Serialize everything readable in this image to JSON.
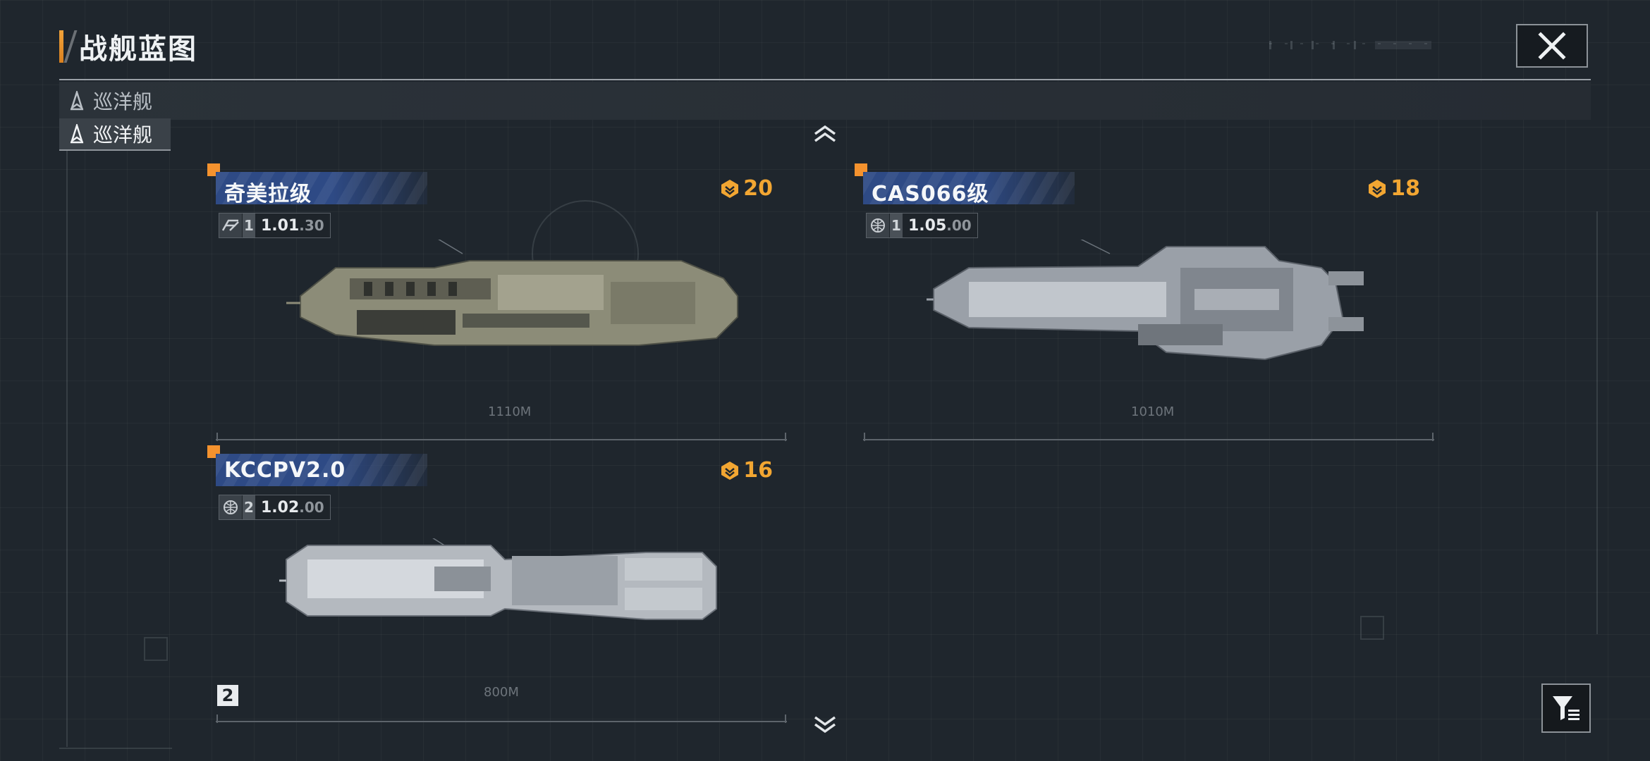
{
  "header": {
    "title": "战舰蓝图"
  },
  "category": {
    "bar_label": "巡洋舰",
    "selected_label": "巡洋舰"
  },
  "ships": [
    {
      "name": "奇美拉级",
      "cost": "20",
      "tier": "1",
      "version": "1.01",
      "version_sub": ".30",
      "length": "1110M"
    },
    {
      "name": "CAS066级",
      "cost": "18",
      "tier": "1",
      "version": "1.05",
      "version_sub": ".00",
      "length": "1010M"
    },
    {
      "name": "KCCPV2.0",
      "cost": "16",
      "tier": "2",
      "version": "1.02",
      "version_sub": ".00",
      "length": "800M"
    }
  ],
  "page_badge": "2",
  "colors": {
    "accent_orange": "#f4922e",
    "cost_gold": "#f2a632",
    "plate_blue": "#2e4a85",
    "background": "#1f262d"
  },
  "icons": {
    "close": "close-x-icon",
    "filter": "filter-icon",
    "cruiser": "cruiser-class-icon",
    "cost": "command-point-icon",
    "scroll_up": "chevron-up-icon",
    "scroll_down": "chevron-down-icon"
  }
}
